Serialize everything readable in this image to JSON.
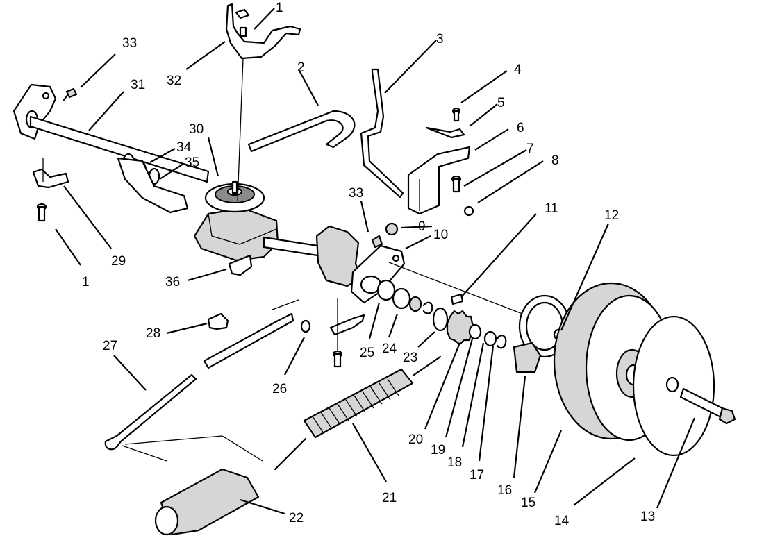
{
  "callouts": [
    {
      "id": "1",
      "label": "1"
    },
    {
      "id": "1b",
      "label": "1"
    },
    {
      "id": "2",
      "label": "2"
    },
    {
      "id": "3",
      "label": "3"
    },
    {
      "id": "4",
      "label": "4"
    },
    {
      "id": "5",
      "label": "5"
    },
    {
      "id": "6",
      "label": "6"
    },
    {
      "id": "7",
      "label": "7"
    },
    {
      "id": "8",
      "label": "8"
    },
    {
      "id": "9",
      "label": "9"
    },
    {
      "id": "10",
      "label": "10"
    },
    {
      "id": "11",
      "label": "11"
    },
    {
      "id": "12",
      "label": "12"
    },
    {
      "id": "13",
      "label": "13"
    },
    {
      "id": "14",
      "label": "14"
    },
    {
      "id": "15",
      "label": "15"
    },
    {
      "id": "16",
      "label": "16"
    },
    {
      "id": "17",
      "label": "17"
    },
    {
      "id": "18",
      "label": "18"
    },
    {
      "id": "19",
      "label": "19"
    },
    {
      "id": "20",
      "label": "20"
    },
    {
      "id": "21",
      "label": "21"
    },
    {
      "id": "22",
      "label": "22"
    },
    {
      "id": "23",
      "label": "23"
    },
    {
      "id": "24",
      "label": "24"
    },
    {
      "id": "25",
      "label": "25"
    },
    {
      "id": "26",
      "label": "26"
    },
    {
      "id": "27",
      "label": "27"
    },
    {
      "id": "28",
      "label": "28"
    },
    {
      "id": "29",
      "label": "29"
    },
    {
      "id": "30",
      "label": "30"
    },
    {
      "id": "31",
      "label": "31"
    },
    {
      "id": "32",
      "label": "32"
    },
    {
      "id": "33",
      "label": "33"
    },
    {
      "id": "33b",
      "label": "33"
    },
    {
      "id": "34",
      "label": "34"
    },
    {
      "id": "35",
      "label": "35"
    },
    {
      "id": "36",
      "label": "36"
    }
  ]
}
